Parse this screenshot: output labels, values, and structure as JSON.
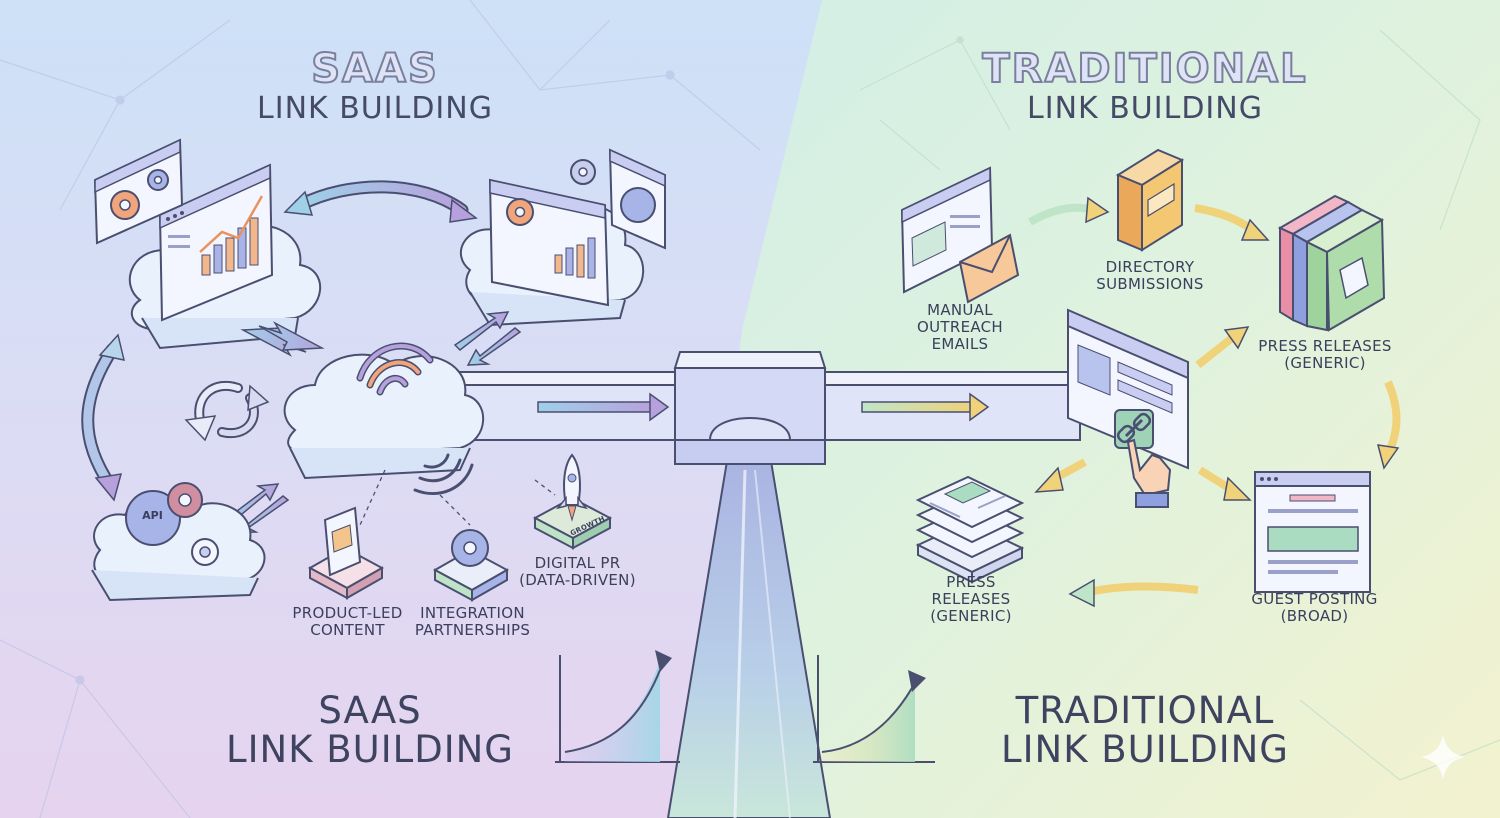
{
  "saas": {
    "title_line1": "SAAS",
    "title_line2": "LINK BUILDING",
    "bottom_line1": "SAAS",
    "bottom_line2": "LINK BUILDING",
    "api_label": "API",
    "growth_tag": "GROWTH",
    "items": [
      {
        "line1": "PRODUCT-LED",
        "line2": "CONTENT"
      },
      {
        "line1": "INTEGRATION",
        "line2": "PARTNERSHIPS"
      },
      {
        "line1": "DIGITAL PR",
        "line2": "(DATA-DRIVEN)"
      }
    ]
  },
  "traditional": {
    "title_line1": "TRADITIONAL",
    "title_line2": "LINK BUILDING",
    "bottom_line1": "TRADITIONAL",
    "bottom_line2": "LINK BUILDING",
    "items": [
      {
        "line1": "MANUAL",
        "line2": "OUTREACH",
        "line3": "EMAILS"
      },
      {
        "line1": "DIRECTORY",
        "line2": "SUBMISSIONS"
      },
      {
        "line1": "PRESS RELEASES",
        "line2": "(GENERIC)"
      },
      {
        "line1": "GUEST POSTING",
        "line2": "(BROAD)"
      },
      {
        "line1": "PRESS",
        "line2": "RELEASES",
        "line3": "(GENERIC)"
      }
    ]
  },
  "colors": {
    "left_bg_top": "#cfe0f7",
    "left_bg_bottom": "#e4d4f0",
    "right_bg_top": "#d6efe4",
    "right_bg_bottom": "#f1f2d0",
    "line": "#4a4f70",
    "cloud": "#e9f1fc",
    "arrow_blue": "#9fc4e8",
    "arrow_purple": "#b6a4dc",
    "arrow_yellow": "#ecd27a",
    "arrow_green": "#bfe3c6"
  }
}
